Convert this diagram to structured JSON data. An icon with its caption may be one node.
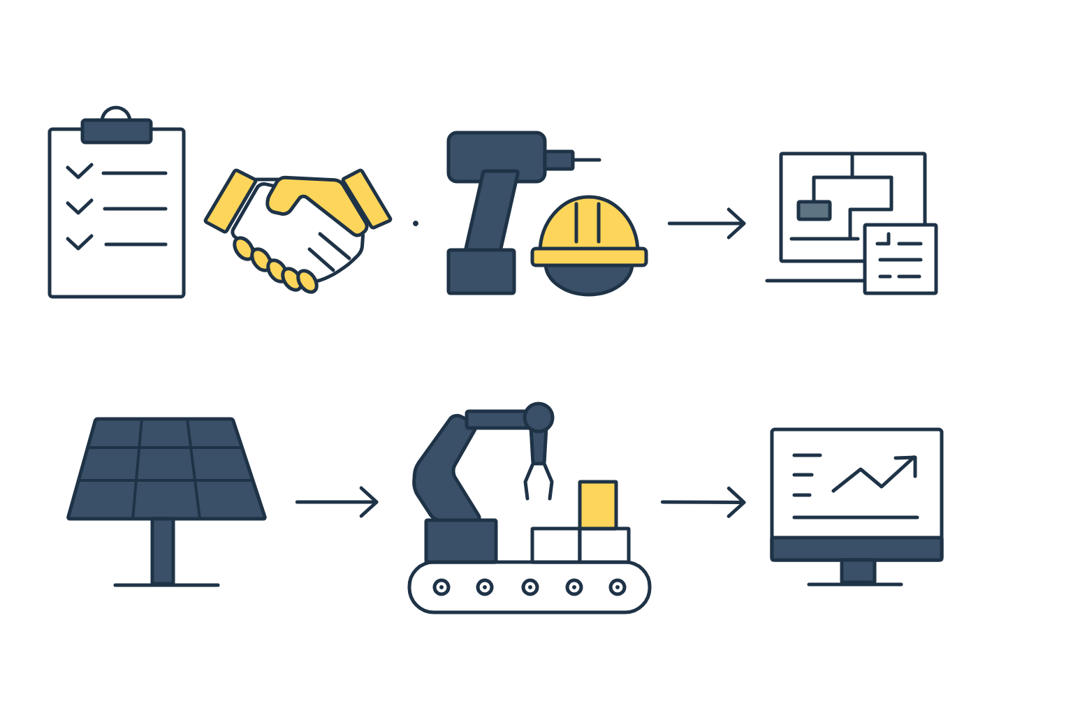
{
  "diagram": {
    "nodes": [
      {
        "text": [],
        "shape": "picture"
      },
      {
        "text": [],
        "shape": "picture"
      },
      {
        "text": [],
        "shape": "picture"
      },
      {
        "text": [],
        "shape": "picture"
      },
      {
        "text": [],
        "shape": "picture"
      },
      {
        "text": [],
        "shape": "picture"
      },
      {
        "text": [],
        "shape": "picture"
      },
      {
        "text": [],
        "shape": "picture"
      }
    ],
    "edges": [
      {
        "from": 3,
        "to": 4,
        "arrow": "to"
      },
      {
        "from": 5,
        "to": 6,
        "arrow": "to"
      },
      {
        "from": 6,
        "to": 7,
        "arrow": "to"
      }
    ]
  }
}
